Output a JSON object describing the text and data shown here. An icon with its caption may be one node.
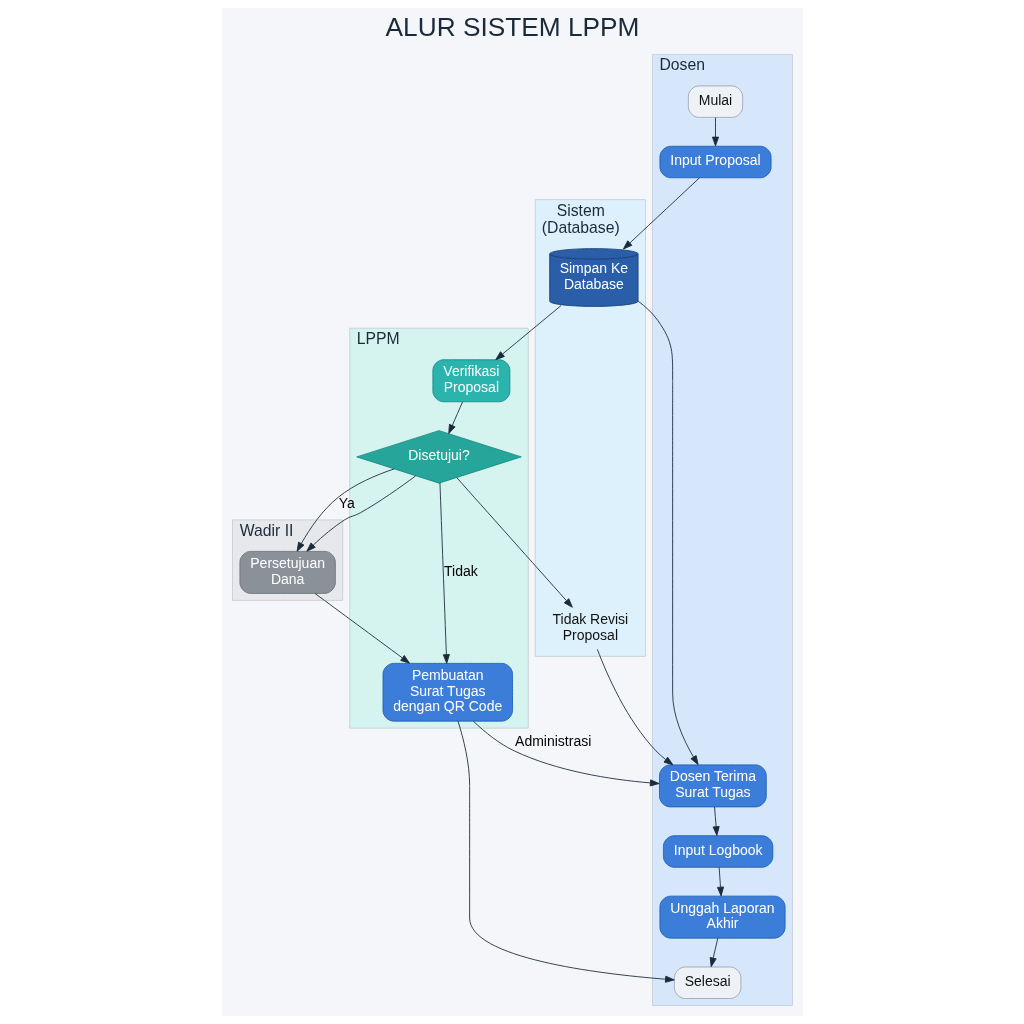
{
  "diagram": {
    "title": "ALUR SISTEM LPPM",
    "nodes": [
      {
        "text": [
          "Dosen"
        ]
      },
      {
        "text": [
          "Mulai"
        ],
        "in": 0
      },
      {
        "text": [
          "Input Proposal"
        ],
        "in": 0
      },
      {
        "text": [
          "Dosen Terima Surat Tugas"
        ],
        "in": 0
      },
      {
        "text": [
          "Input Logbook"
        ],
        "in": 0
      },
      {
        "text": [
          "Unggah Laporan Akhir"
        ],
        "in": 0
      },
      {
        "text": [
          "Selesai"
        ],
        "in": 0
      },
      {
        "text": [
          "Sistem",
          "(Database)"
        ]
      },
      {
        "text": [
          "Simpan Ke Database"
        ],
        "in": 7
      },
      {
        "text": [
          "Tidak Revisi Proposal"
        ],
        "in": 7
      },
      {
        "text": [
          "LPPM"
        ]
      },
      {
        "text": [
          "Verifikasi Proposal"
        ],
        "in": 10
      },
      {
        "text": [
          "Disetujui?"
        ],
        "in": 10
      },
      {
        "text": [
          "Pembuatan Surat Tugas dengan QR Code"
        ],
        "in": 10
      },
      {
        "text": [
          "Wadir II"
        ]
      },
      {
        "text": [
          "Persetujuan Dana"
        ],
        "in": 14
      }
    ],
    "edges": [
      {
        "from": 1,
        "to": 2,
        "arrow": "to"
      },
      {
        "from": 2,
        "to": 8,
        "arrow": "to"
      },
      {
        "from": 8,
        "to": 3,
        "arrow": "to"
      },
      {
        "from": 3,
        "to": 4,
        "arrow": "to"
      },
      {
        "from": 4,
        "to": 5,
        "arrow": "to"
      },
      {
        "from": 5,
        "to": 6,
        "arrow": "to"
      },
      {
        "from": 8,
        "to": 11,
        "arrow": "to"
      },
      {
        "from": 11,
        "to": 12,
        "arrow": "to"
      },
      {
        "from": 12,
        "to": 9,
        "arrow": "to"
      },
      {
        "from": 9,
        "to": 3,
        "arrow": "to"
      },
      {
        "from": 12,
        "to": 13,
        "label": "Tidak",
        "arrow": "to"
      },
      {
        "from": 12,
        "to": 15,
        "arrow": "to"
      },
      {
        "from": 12,
        "to": 15,
        "label": "Ya",
        "arrow": "to"
      },
      {
        "from": 15,
        "to": 13,
        "arrow": "to"
      },
      {
        "from": 13,
        "to": 3,
        "label": "Administrasi",
        "arrow": "to"
      },
      {
        "from": 13,
        "to": 6,
        "arrow": "to"
      }
    ]
  }
}
